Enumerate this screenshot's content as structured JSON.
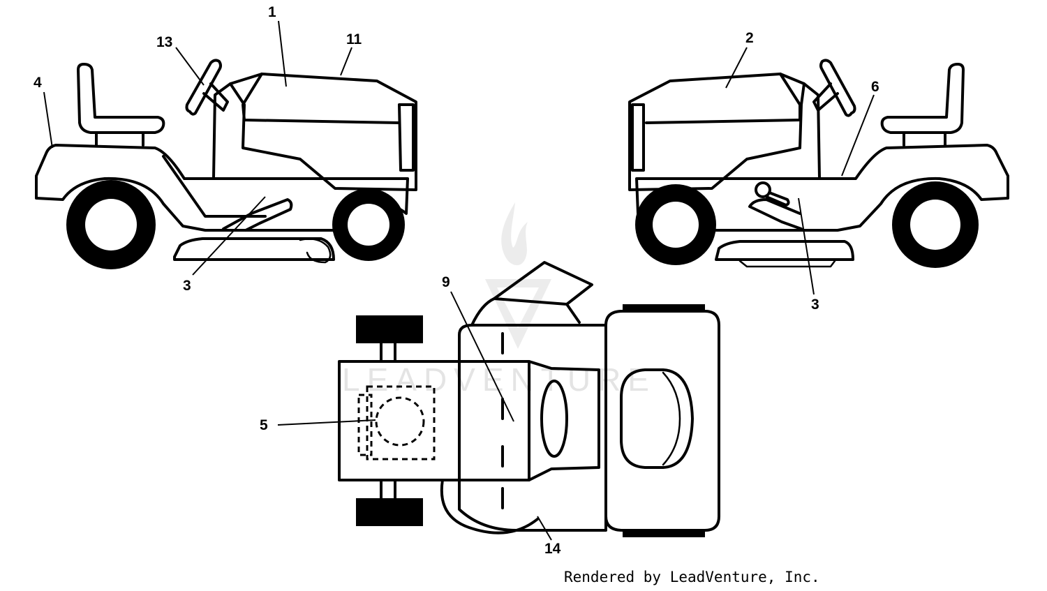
{
  "diagram": {
    "callouts": {
      "c1": "1",
      "c2": "2",
      "c3_left": "3",
      "c3_right": "3",
      "c4": "4",
      "c5": "5",
      "c6": "6",
      "c9": "9",
      "c11": "11",
      "c13": "13",
      "c14": "14"
    },
    "watermark": "LEADVENTURE",
    "credit": "Rendered by LeadVenture, Inc."
  }
}
